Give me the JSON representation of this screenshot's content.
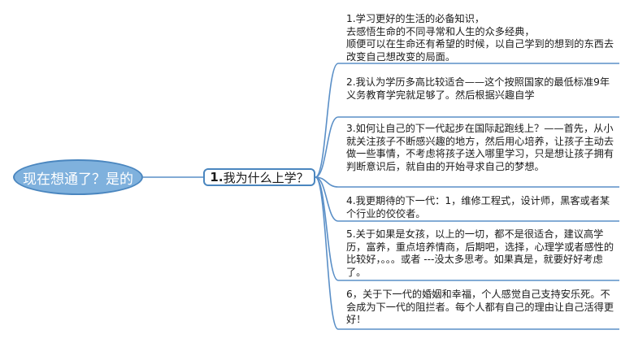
{
  "root": {
    "label": "现在想通了？是的"
  },
  "main": {
    "number": "1.",
    "label": "我为什么上学？"
  },
  "topics": [
    {
      "text": "1.学习更好的生活的必备知识，\n去感悟生命的不同寻常和人生的众多经典，\n顺便可以在生命还有希望的时候，以自己学到的想到的东西去改变自己想改变的局面。"
    },
    {
      "text": "2.我认为学历多高比较适合——这个按照国家的最低标准9年义务教育学完就足够了。然后根据兴趣自学"
    },
    {
      "text": "3.如何让自己的下一代起步在国际起跑线上？——首先，从小就关注孩子不断感兴趣的地方，然后用心培养，让孩子主动去做一些事情，不考虑将孩子送入哪里学习，只是想让孩子拥有判断意识后，就自由的开始寻求自己的梦想。"
    },
    {
      "text": "4.我更期待的下一代：1，维修工程式，设计师，黑客或者某个行业的佼佼者。"
    },
    {
      "text": "5.关于如果是女孩，以上的一切，都不是很适合，建议高学历，富养，重点培养情商，后期吧，选择，心理学或者感性的比较好，。。。或者 ---没太多思考。如果真是，就要好好考虑了。"
    },
    {
      "text": "6，关于下一代的婚姻和幸福，个人感觉自己支持安乐死。不会成为下一代的阻拦者。每个人都有自己的理由让自己活得更好！"
    }
  ],
  "colors": {
    "link": "#5a8fc7",
    "root_fill": "#7fb1dd",
    "border": "#4a86bf"
  }
}
